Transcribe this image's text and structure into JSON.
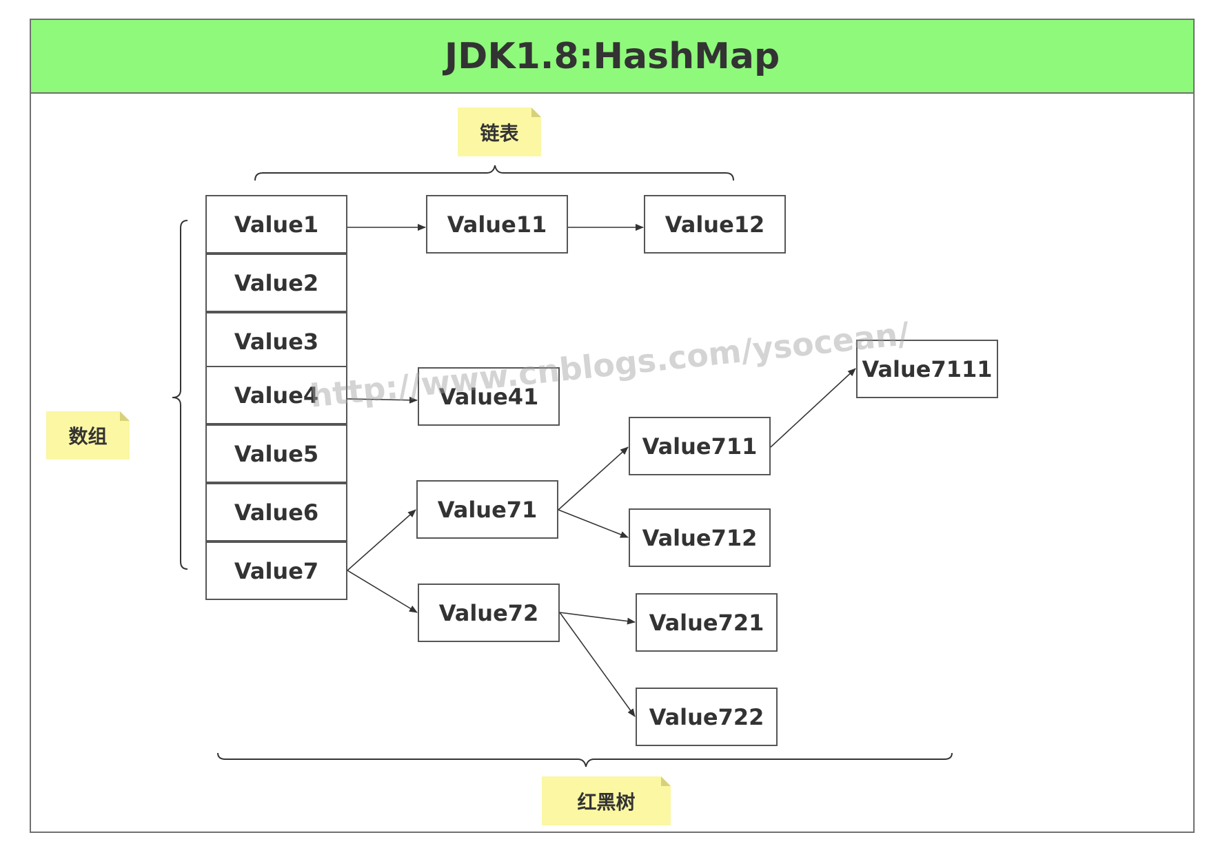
{
  "title": "JDK1.8:HashMap",
  "notes": {
    "linked_list": "链表",
    "array": "数组",
    "red_black_tree": "红黑树"
  },
  "array_values": [
    "Value1",
    "Value2",
    "Value3",
    "Value4",
    "Value5",
    "Value6",
    "Value7"
  ],
  "nodes": {
    "value11": "Value11",
    "value12": "Value12",
    "value41": "Value41",
    "value71": "Value71",
    "value72": "Value72",
    "value711": "Value711",
    "value712": "Value712",
    "value7111": "Value7111",
    "value721": "Value721",
    "value722": "Value722"
  },
  "watermark": "http://www.cnblogs.com/ysocean/",
  "colors": {
    "title_bg": "#8ef97a",
    "note_bg": "#fbf7a3",
    "border": "#555555"
  }
}
